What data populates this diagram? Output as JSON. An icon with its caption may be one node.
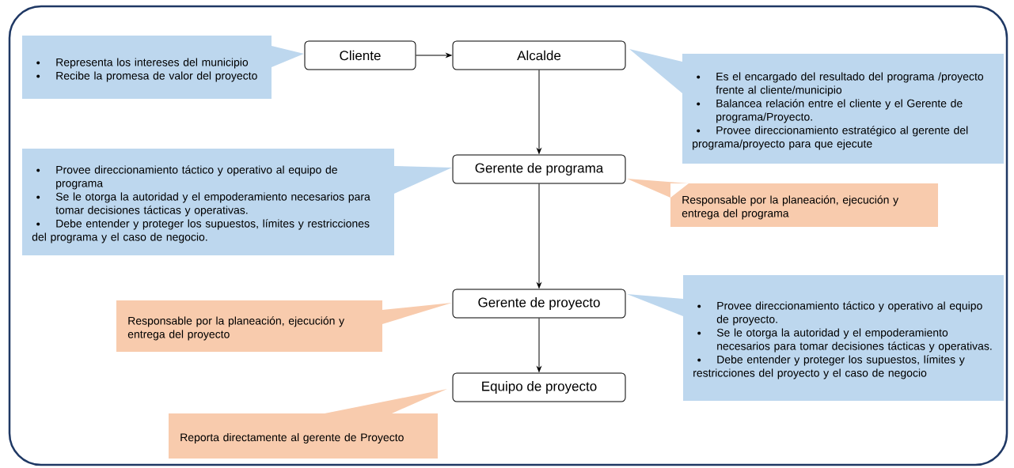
{
  "diagram": {
    "nodes": [
      {
        "text": [
          "Representa los intereses del municipio",
          "Recibe la promesa de valor del proyecto"
        ]
      },
      {
        "text": [
          "Cliente"
        ]
      },
      {
        "text": [
          "Alcalde"
        ]
      },
      {
        "text": [
          "Es el encargado del resultado del programa /proyecto frente al cliente/municipio",
          "Balancea relación entre el cliente y el Gerente de programa/Proyecto.",
          "Provee direccionamiento estratégico al gerente del programa/proyecto para que ejecute"
        ]
      },
      {
        "text": [
          "Provee direccionamiento táctico y operativo al equipo de programa",
          "Se le otorga la autoridad y el empoderamiento necesarios para tomar decisiones tácticas y operativas.",
          "Debe entender y proteger los supuestos, límites y restricciones del programa y el caso de negocio."
        ]
      },
      {
        "text": [
          "Gerente de programa"
        ]
      },
      {
        "text": [
          "Responsable por la planeación, ejecución y entrega del programa"
        ]
      },
      {
        "text": [
          "Responsable por la planeación, ejecución y entrega del proyecto"
        ]
      },
      {
        "text": [
          "Gerente de proyecto"
        ]
      },
      {
        "text": [
          "Provee direccionamiento táctico y operativo al equipo de proyecto.",
          "Se le otorga la autoridad y el empoderamiento necesarios para tomar decisiones tácticas y operativas.",
          "Debe entender y proteger los supuestos, límites y restricciones del proyecto y el caso de negocio"
        ]
      },
      {
        "text": [
          "Equipo de proyecto"
        ]
      },
      {
        "text": [
          "Reporta directamente al gerente de Proyecto"
        ]
      }
    ],
    "edges": [
      {
        "from": 1,
        "to": 2,
        "arrow": "to"
      },
      {
        "from": 2,
        "to": 5,
        "arrow": "to"
      },
      {
        "from": 5,
        "to": 8,
        "arrow": "to"
      },
      {
        "from": 8,
        "to": 10,
        "arrow": "to"
      }
    ]
  }
}
